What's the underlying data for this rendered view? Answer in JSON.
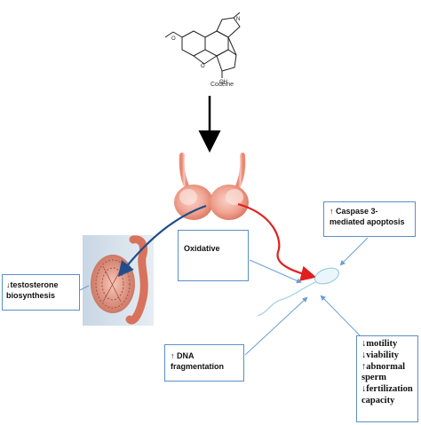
{
  "molecule": {
    "label": "Codeine"
  },
  "boxes": {
    "testosterone": {
      "line1": "↓testosterone",
      "line2": "biosynthesis"
    },
    "oxidative": {
      "text": "Oxidative"
    },
    "caspase": {
      "line1": "↑ Caspase 3-",
      "line2": "mediated apoptosis"
    },
    "dna": {
      "line1": "↑ DNA",
      "line2": "fragmentation"
    },
    "sperm_effects": [
      "↓motility",
      "↓viability",
      "↑abnormal",
      "sperm",
      "↓fertilization",
      "capacity"
    ]
  },
  "colors": {
    "box_border": "#5b8fc7",
    "arrow_blue": "#1f4e8c",
    "arrow_red": "#e02020",
    "thin_arrow": "#6a9fd4",
    "tissue": "#f1a38f"
  }
}
